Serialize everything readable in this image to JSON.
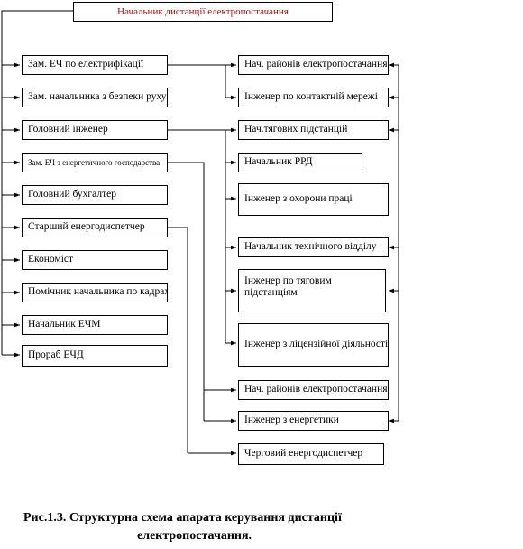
{
  "head": "Начальник дистанції електропостачання",
  "left": [
    "Зам. ЕЧ по електрифікації",
    "Зам. начальника з безпеки руху",
    "Головний інженер",
    "Зам. ЕЧ з енергетичного господарства",
    "Головний бухгалтер",
    "Старший енергодиспетчер",
    "Економіст",
    "Помічник начальника по кадрах",
    "Начальник ЕЧМ",
    "Прораб ЕЧД"
  ],
  "right": [
    "Нач. районів електропостачання",
    "Інженер по контактній мережі",
    "Нач.тягових підстанцій",
    "Начальник    РРД",
    "Інженер з охорони праці",
    "Начальник технічного відділу",
    "Інженер по тяговим підстанціям",
    "Інженер з ліцензійної діяльності.",
    "Нач. районів електропостачання",
    "Інженер з енергетики",
    "Черговий енергодиспетчер"
  ],
  "caption": {
    "line1": "Рис.1.3. Структурна схема апарата керування дистанції",
    "line2": "електропостачання."
  }
}
